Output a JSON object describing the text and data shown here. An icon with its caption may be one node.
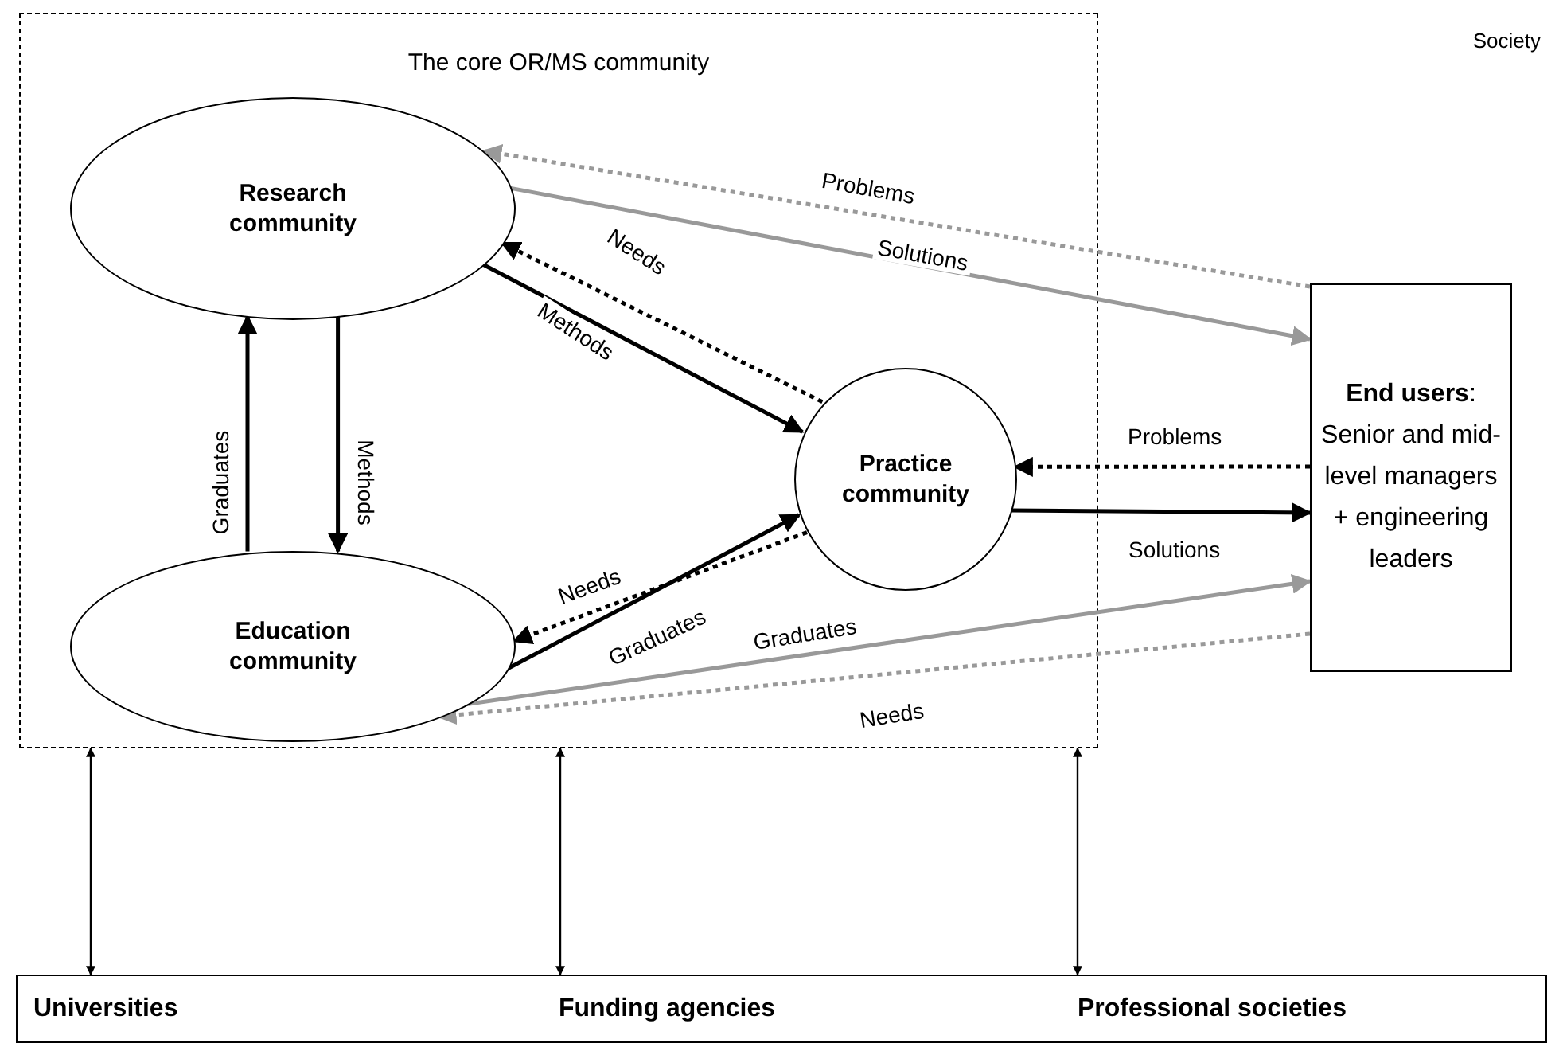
{
  "diagram": {
    "nodes": [
      {
        "text": [
          "The core OR/MS community"
        ]
      },
      {
        "text": [
          "Research community"
        ],
        "in": 0
      },
      {
        "text": [
          "Practice community"
        ],
        "in": 0
      },
      {
        "text": [
          "Education community"
        ],
        "in": 0
      },
      {
        "text": [
          "**End users**: Senior and mid-level managers + engineering leaders"
        ]
      },
      {
        "text": [
          "Universities",
          "Funding agencies",
          "Professional societies"
        ]
      }
    ],
    "edges": [
      {
        "from": 1,
        "to": 4,
        "arrow": "to",
        "label": "Solutions",
        "color": "#999999"
      },
      {
        "from": 4,
        "to": 1,
        "arrow": "to",
        "label": "Problems",
        "style": "dashed",
        "color": "#999999"
      },
      {
        "from": 1,
        "to": 2,
        "arrow": "to",
        "label": "Methods"
      },
      {
        "from": 2,
        "to": 1,
        "arrow": "to",
        "label": "Needs",
        "style": "dashed"
      },
      {
        "from": 1,
        "to": 3,
        "arrow": "to",
        "label": "Methods"
      },
      {
        "from": 3,
        "to": 1,
        "arrow": "to",
        "label": "Graduates"
      },
      {
        "from": 3,
        "to": 2,
        "arrow": "to",
        "label": "Graduates"
      },
      {
        "from": 2,
        "to": 3,
        "arrow": "to",
        "label": "Needs",
        "style": "dashed"
      },
      {
        "from": 4,
        "to": 2,
        "arrow": "to",
        "label": "Problems",
        "style": "dashed"
      },
      {
        "from": 2,
        "to": 4,
        "arrow": "to",
        "label": "Solutions"
      },
      {
        "from": 3,
        "to": 4,
        "arrow": "to",
        "label": "Graduates",
        "color": "#999999"
      },
      {
        "from": 4,
        "to": 3,
        "arrow": "to",
        "label": "Needs",
        "style": "dashed",
        "color": "#999999"
      },
      {
        "from": 0,
        "to": 5,
        "arrow": "both"
      },
      {
        "from": 0,
        "to": 5,
        "arrow": "both"
      },
      {
        "from": 0,
        "to": 5,
        "arrow": "both"
      }
    ],
    "labels": [
      "Society"
    ]
  }
}
